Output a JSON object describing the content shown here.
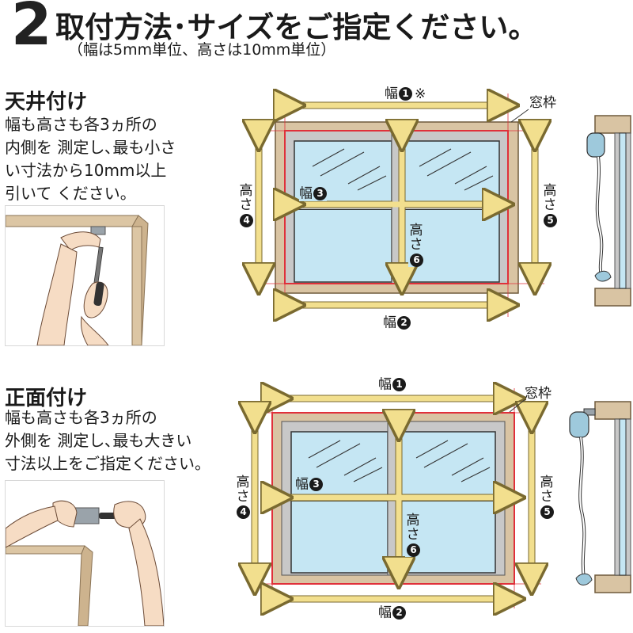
{
  "header": {
    "step_number": "2",
    "title": "取付方法･サイズをご指定ください。",
    "subtitle": "（幅は5mm単位、高さは10mm単位）"
  },
  "ceiling": {
    "title": "天井付け",
    "lines": [
      "幅も高さも各3ヵ所の",
      "内側を 測定し､最も小さ",
      "い寸法から10mm以上",
      "引いて ください。"
    ]
  },
  "front": {
    "title": "正面付け",
    "lines": [
      "幅も高さも各3ヵ所の",
      "外側を 測定し､最も大きい",
      "寸法以上をご指定ください。"
    ]
  },
  "labels": {
    "width": "幅",
    "height": "高さ",
    "height_top": "高",
    "height_bottom": "さ",
    "frame": "窓枠",
    "note_mark": "※",
    "n1": "1",
    "n2": "2",
    "n3": "3",
    "n4": "4",
    "n5": "5",
    "n6": "6"
  },
  "colors": {
    "frame_wood": "#d9c4a3",
    "glass": "#c5e6f3",
    "sash": "#c8c8c8",
    "arrow": "#f2df8e",
    "guide": "#e0303a"
  }
}
